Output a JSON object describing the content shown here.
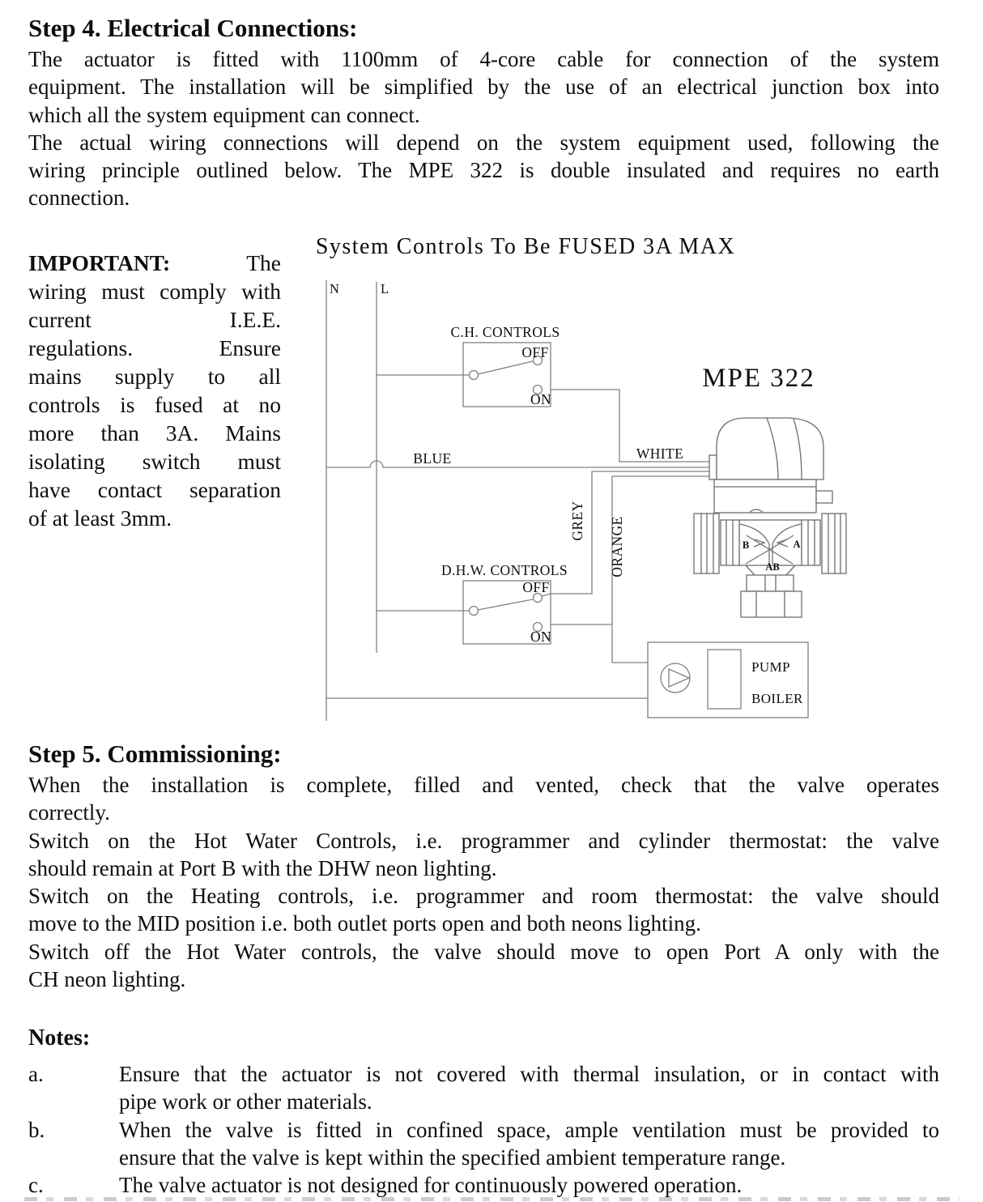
{
  "page": {
    "background": "#ffffff",
    "ink": "#0e0e0e"
  },
  "step4": {
    "heading": "Step 4. Electrical Connections:",
    "lines": [
      "The actuator is fitted with 1100mm of 4-core cable for connection of the system",
      "equipment. The installation will be simplified by the use of an electrical junction box into",
      "which all the system equipment can connect.",
      "The actual wiring connections will depend on the system equipment used, following the",
      "wiring principle outlined below. The MPE 322 is double insulated and requires no earth",
      "connection."
    ]
  },
  "important": {
    "label": "IMPORTANT:",
    "first_line_rest": "The",
    "lines": [
      "wiring must comply with",
      "current I.E.E.",
      "regulations. Ensure",
      "mains supply to all",
      "controls is fused at no",
      "more than 3A. Mains",
      "isolating switch must",
      "have contact separation",
      "of at least 3mm."
    ]
  },
  "diagram": {
    "title": "System Controls To Be FUSED 3A MAX",
    "stroke_color": "#818181",
    "valve_stroke_color": "#6e6e6e",
    "labels": {
      "neutral": "N",
      "live": "L",
      "ch_controls": "C.H. CONTROLS",
      "ch_off": "OFF",
      "ch_on": "ON",
      "dhw_controls": "D.H.W. CONTROLS",
      "dhw_off": "OFF",
      "dhw_on": "ON",
      "blue": "BLUE",
      "white": "WHITE",
      "grey": "GREY",
      "orange": "ORANGE",
      "actuator_model": "MPE 322",
      "port_b": "B",
      "port_a": "A",
      "port_ab": "AB",
      "pump": "PUMP",
      "boiler": "BOILER"
    }
  },
  "step5": {
    "heading": "Step 5. Commissioning:",
    "lines": [
      "When the installation is complete, filled and vented, check that the valve operates",
      "correctly.",
      "Switch on the Hot Water Controls, i.e. programmer and cylinder thermostat: the valve",
      "should remain at Port B with the DHW neon lighting.",
      "Switch on the Heating controls, i.e. programmer and room thermostat: the valve should",
      "move to the MID position i.e. both outlet ports open and both neons lighting.",
      "Switch off the Hot Water controls, the valve should move to open Port A only with the",
      "CH neon lighting."
    ]
  },
  "notes": {
    "heading": "Notes:",
    "items": [
      {
        "label": "a.",
        "lines": [
          "Ensure that the actuator is not covered with thermal insulation, or in contact with",
          "pipe work or other materials."
        ]
      },
      {
        "label": "b.",
        "lines": [
          "When the valve is fitted in confined space, ample ventilation must be provided to",
          "ensure that the valve is kept within the specified ambient temperature range."
        ]
      },
      {
        "label": "c.",
        "lines": [
          "The valve actuator is not designed for continuously powered operation."
        ]
      }
    ]
  }
}
